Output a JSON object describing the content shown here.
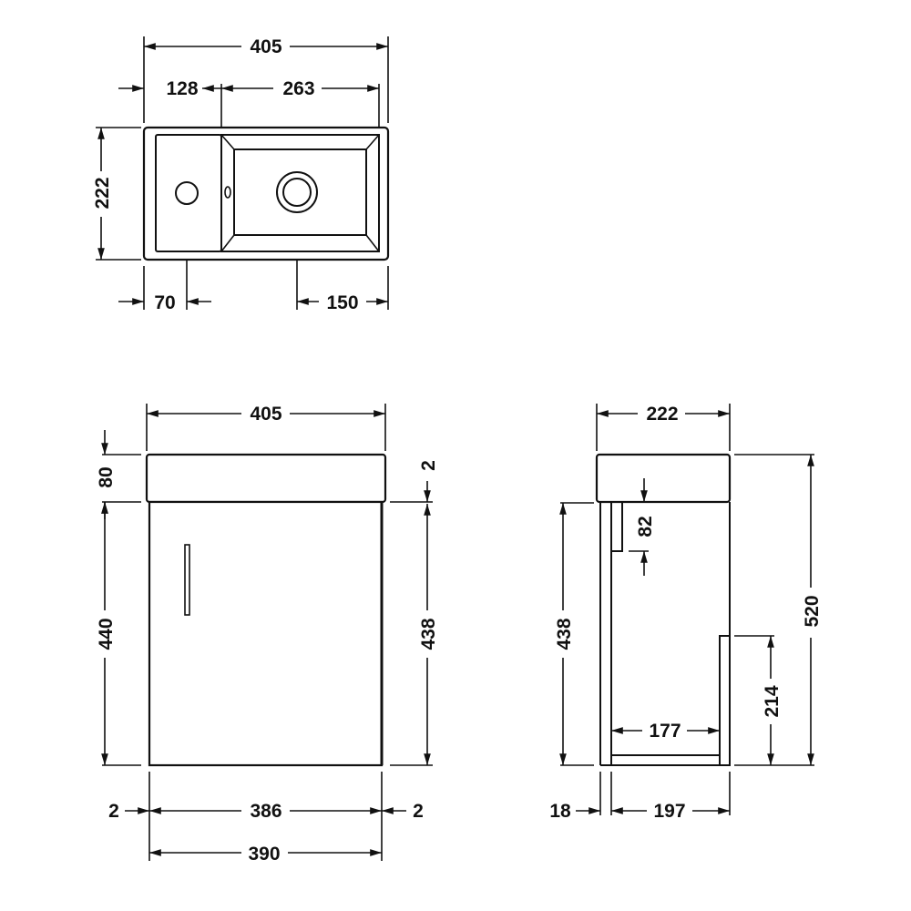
{
  "plan_view": {
    "overall_width": "405",
    "left_section_width": "128",
    "bowl_width": "263",
    "depth": "222",
    "tap_hole_offset": "70",
    "waste_offset": "150"
  },
  "front_view": {
    "basin_width": "405",
    "basin_height": "80",
    "gap": "2",
    "cabinet_height_total": "440",
    "door_height": "438",
    "left_gap": "2",
    "door_width": "386",
    "right_gap": "2",
    "cabinet_width": "390"
  },
  "side_view": {
    "basin_depth": "222",
    "overall_height": "520",
    "rail_height": "82",
    "cabinet_height": "438",
    "back_panel_height": "214",
    "inner_depth": "177",
    "door_thickness": "18",
    "cabinet_depth": "197"
  },
  "colors": {
    "line": "#111111",
    "background": "#ffffff"
  }
}
